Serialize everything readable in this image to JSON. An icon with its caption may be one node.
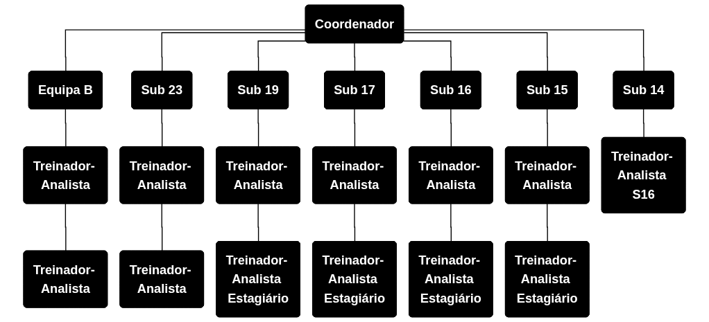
{
  "diagram": {
    "nodes": [
      {
        "text": [
          "Coordenador"
        ]
      },
      {
        "text": [
          "Equipa B"
        ]
      },
      {
        "text": [
          "Sub 23"
        ]
      },
      {
        "text": [
          "Sub 19"
        ]
      },
      {
        "text": [
          "Sub 17"
        ]
      },
      {
        "text": [
          "Sub 16"
        ]
      },
      {
        "text": [
          "Sub 15"
        ]
      },
      {
        "text": [
          "Sub 14"
        ]
      },
      {
        "text": [
          "Treinador- Analista"
        ]
      },
      {
        "text": [
          "Treinador- Analista"
        ]
      },
      {
        "text": [
          "Treinador- Analista"
        ]
      },
      {
        "text": [
          "Treinador- Analista"
        ]
      },
      {
        "text": [
          "Treinador- Analista"
        ]
      },
      {
        "text": [
          "Treinador- Analista"
        ]
      },
      {
        "text": [
          "Treinador- Analista S16"
        ]
      },
      {
        "text": [
          "Treinador- Analista"
        ]
      },
      {
        "text": [
          "Treinador- Analista"
        ]
      },
      {
        "text": [
          "Treinador- Analista Estagiário"
        ]
      },
      {
        "text": [
          "Treinador- Analista Estagiário"
        ]
      },
      {
        "text": [
          "Treinador- Analista Estagiário"
        ]
      },
      {
        "text": [
          "Treinador- Analista Estagiário"
        ]
      }
    ],
    "edges": [
      {
        "from": 0,
        "to": 1,
        "arrow": "none"
      },
      {
        "from": 0,
        "to": 2,
        "arrow": "none"
      },
      {
        "from": 0,
        "to": 3,
        "arrow": "none"
      },
      {
        "from": 0,
        "to": 4,
        "arrow": "none"
      },
      {
        "from": 0,
        "to": 5,
        "arrow": "none"
      },
      {
        "from": 0,
        "to": 6,
        "arrow": "none"
      },
      {
        "from": 0,
        "to": 7,
        "arrow": "none"
      },
      {
        "from": 1,
        "to": 8,
        "arrow": "none"
      },
      {
        "from": 2,
        "to": 9,
        "arrow": "none"
      },
      {
        "from": 3,
        "to": 10,
        "arrow": "none"
      },
      {
        "from": 4,
        "to": 11,
        "arrow": "none"
      },
      {
        "from": 5,
        "to": 12,
        "arrow": "none"
      },
      {
        "from": 6,
        "to": 13,
        "arrow": "none"
      },
      {
        "from": 7,
        "to": 14,
        "arrow": "none"
      },
      {
        "from": 8,
        "to": 15,
        "arrow": "none"
      },
      {
        "from": 9,
        "to": 16,
        "arrow": "none"
      },
      {
        "from": 10,
        "to": 17,
        "arrow": "none"
      },
      {
        "from": 11,
        "to": 18,
        "arrow": "none"
      },
      {
        "from": 12,
        "to": 19,
        "arrow": "none"
      },
      {
        "from": 13,
        "to": 20,
        "arrow": "none"
      }
    ]
  }
}
